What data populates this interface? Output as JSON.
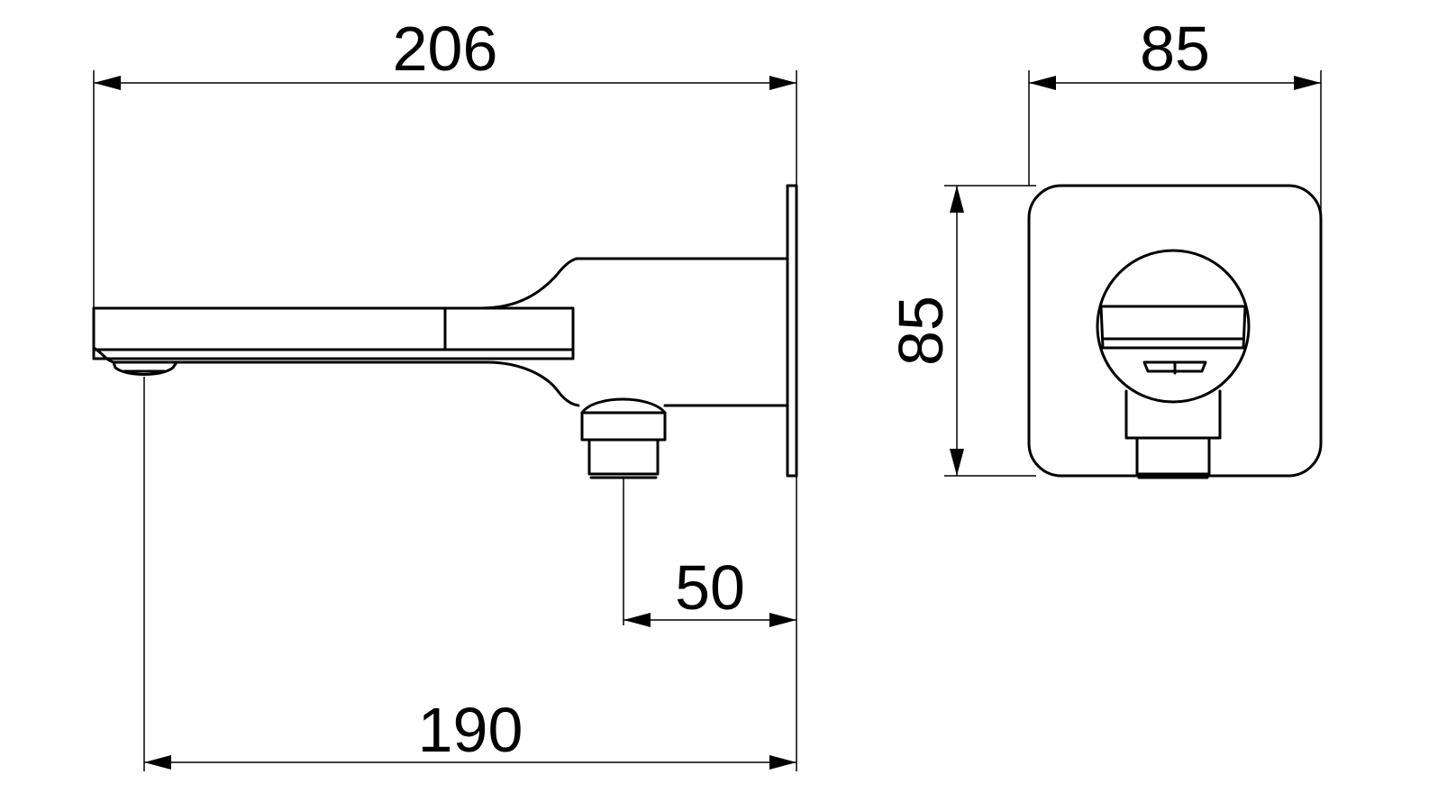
{
  "dimensions": {
    "overall_length": "206",
    "plate_width": "85",
    "plate_height": "85",
    "outlet_offset": "50",
    "spout_reach": "190"
  },
  "colors": {
    "line": "#000000",
    "background": "#ffffff"
  }
}
